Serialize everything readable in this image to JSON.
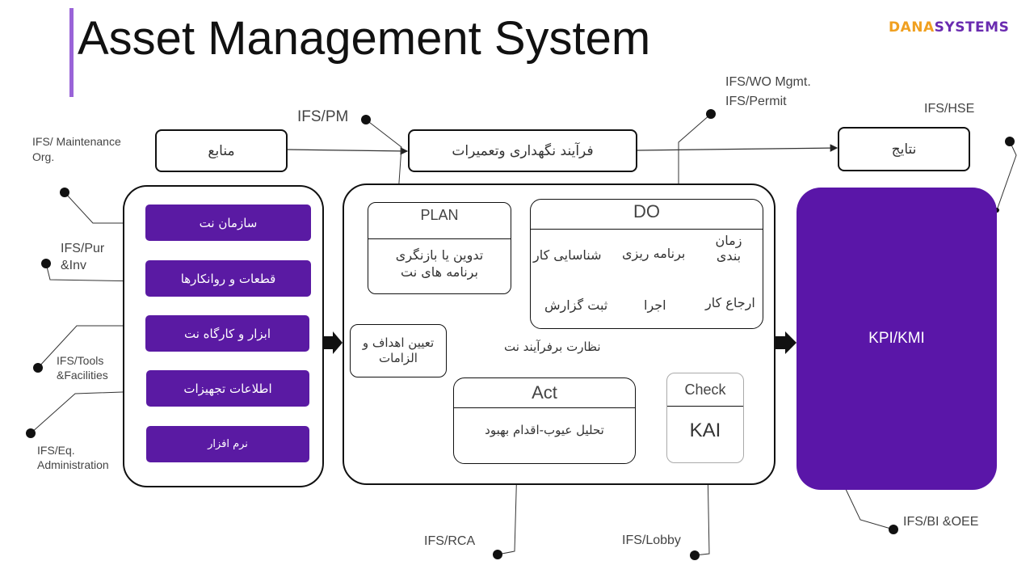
{
  "title": "Asset Management System",
  "logo": {
    "part1": "DANA",
    "part2": "SYSTEMS"
  },
  "flow": {
    "resources": "منابع",
    "process": "فرآیند نگهداری وتعمیرات",
    "results": "نتایج"
  },
  "left_panel": {
    "items": [
      "سازمان نت",
      "قطعات و روانکارها",
      "ابزار و کارگاه نت",
      "اطلاعات تجهیزات",
      "نرم افزار"
    ]
  },
  "plan": {
    "header": "PLAN",
    "body": "تدوین یا بازنگری برنامه های نت"
  },
  "do": {
    "header": "DO",
    "steps": {
      "identify": "شناسایی کار",
      "planning": "برنامه ریزی",
      "scheduling": "زمان بندی",
      "assign": "ارجاع کار",
      "execute": "اجرا",
      "report": "ثبت گزارش"
    }
  },
  "goals": "تعیین اهداف و الزامات",
  "monitor": "نظارت برفرآیند نت",
  "act": {
    "header": "Act",
    "body": "تحلیل عیوب-اقدام بهبود"
  },
  "check": {
    "header": "Check",
    "body": "KAI"
  },
  "kpi": "KPI/KMI",
  "ifs_labels": {
    "maintenance_org": "IFS/ Maintenance Org.",
    "pur_inv": "IFS/Pur &Inv",
    "tools": "IFS/Tools &Facilities",
    "eq_admin": "IFS/Eq. Administration",
    "pm": "IFS/PM",
    "wo_mgmt": "IFS/WO Mgmt.",
    "permit": "IFS/Permit",
    "hse": "IFS/HSE",
    "rca": "IFS/RCA",
    "lobby": "IFS/Lobby",
    "bi_oee": "IFS/BI &OEE"
  }
}
